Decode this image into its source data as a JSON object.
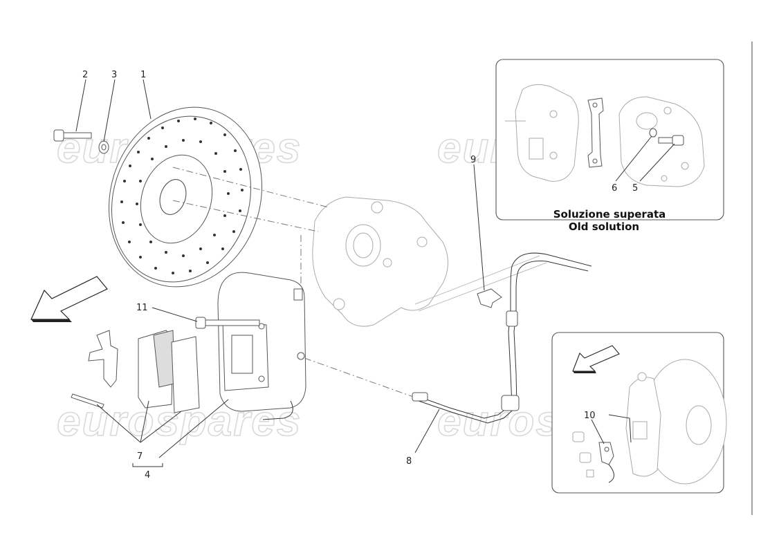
{
  "watermarks": [
    "eurospares",
    "eurospares",
    "eurospares",
    "eurospares"
  ],
  "callouts": {
    "c1": "1",
    "c2": "2",
    "c3": "3",
    "c4": "4",
    "c5": "5",
    "c6": "6",
    "c7": "7",
    "c8": "8",
    "c9": "9",
    "c10": "10",
    "c11": "11"
  },
  "inset_old": {
    "caption_line1": "Soluzione superata",
    "caption_line2": "Old solution"
  },
  "colors": {
    "line": "#333333",
    "watermark": "#d9d9d9",
    "arrow_fill": "#ffffff"
  }
}
